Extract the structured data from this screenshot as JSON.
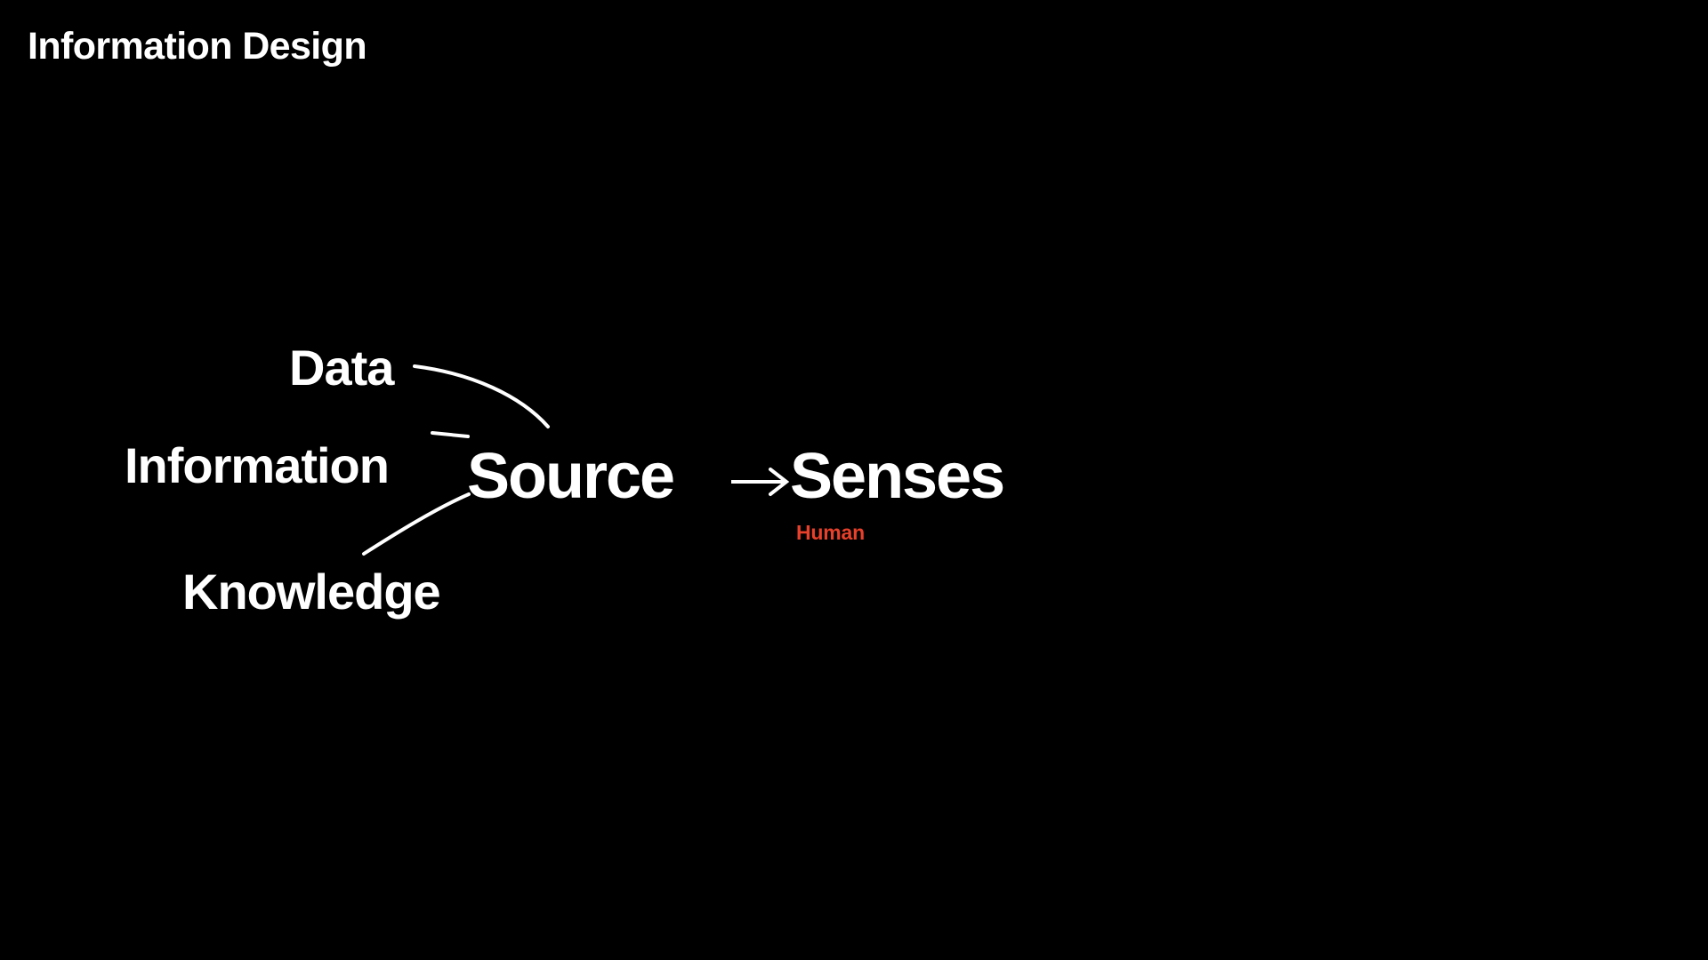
{
  "page": {
    "title": "Information Design",
    "background_color": "#000000",
    "text_color": "#ffffff",
    "accent_color": "#e8402a"
  },
  "diagram": {
    "type": "flow",
    "inputs": [
      {
        "id": "data",
        "label": "Data"
      },
      {
        "id": "information",
        "label": "Information"
      },
      {
        "id": "knowledge",
        "label": "Knowledge"
      }
    ],
    "hub": {
      "id": "source",
      "label": "Source"
    },
    "target": {
      "id": "senses",
      "label": "Senses"
    },
    "annotations": [
      {
        "id": "human",
        "label": "Human",
        "color": "#e8402a",
        "attached_to": "senses"
      }
    ],
    "connectors": [
      {
        "from": "data",
        "to": "source",
        "style": "curve",
        "color": "#ffffff"
      },
      {
        "from": "information",
        "to": "source",
        "style": "dash",
        "color": "#ffffff"
      },
      {
        "from": "knowledge",
        "to": "source",
        "style": "curve",
        "color": "#ffffff"
      },
      {
        "from": "source",
        "to": "senses",
        "style": "arrow",
        "color": "#ffffff"
      }
    ]
  }
}
